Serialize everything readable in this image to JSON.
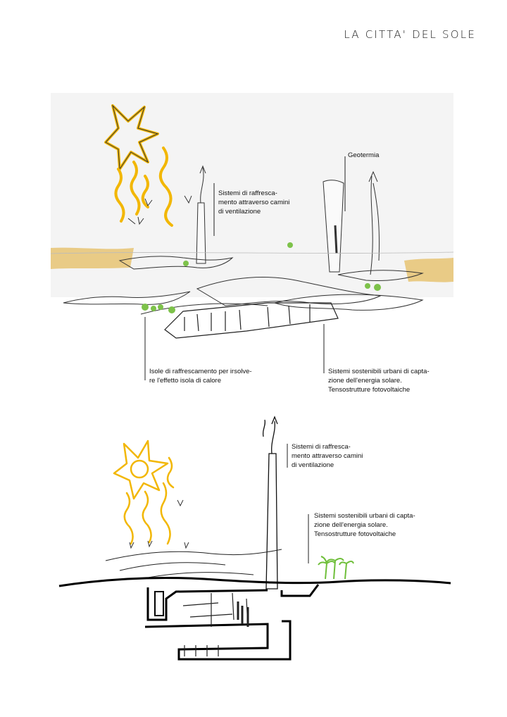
{
  "page": {
    "title": "LA CITTA' DEL SOLE"
  },
  "top_sketch": {
    "labels": {
      "geothermal": "Geotermia",
      "ventilation": "Sistemi di raffresca-\nmento attraverso camini\ndi ventilazione",
      "cooling_islands": "Isole di raffrescamento per irsolve-\nre l'effetto isola di calore",
      "solar_tensile": "Sistemi sostenibili urbani di capta-\nzione dell'energia solare.\nTensostrutture fotovoltaiche"
    }
  },
  "bottom_sketch": {
    "labels": {
      "ventilation": "Sistemi di raffresca-\nmento attraverso camini\ndi ventilazione",
      "solar_tensile": "Sistemi sostenibili urbani di capta-\nzione dell'energia solare.\nTensostrutture fotovoltaiche"
    }
  },
  "colors": {
    "sun": "#f2b705",
    "sand": "#e8c77a",
    "trees": "#7dc24a",
    "ink": "#1a1a1a",
    "sky_wash": "#f4f4f4"
  }
}
